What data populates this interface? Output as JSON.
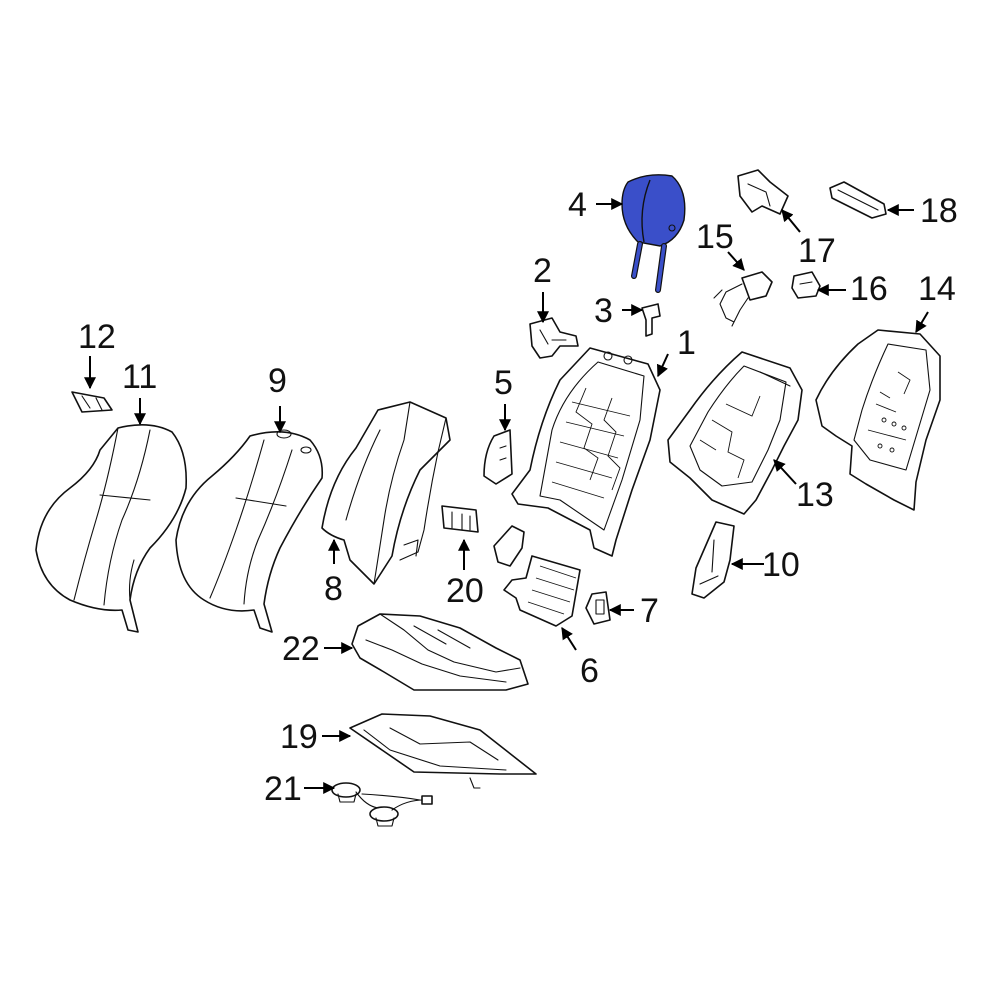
{
  "highlight_color": "#3a4fc9",
  "callouts": [
    {
      "id": "1",
      "text": "1"
    },
    {
      "id": "2",
      "text": "2"
    },
    {
      "id": "3",
      "text": "3"
    },
    {
      "id": "4",
      "text": "4"
    },
    {
      "id": "5",
      "text": "5"
    },
    {
      "id": "6",
      "text": "6"
    },
    {
      "id": "7",
      "text": "7"
    },
    {
      "id": "8",
      "text": "8"
    },
    {
      "id": "9",
      "text": "9"
    },
    {
      "id": "10",
      "text": "10"
    },
    {
      "id": "11",
      "text": "11"
    },
    {
      "id": "12",
      "text": "12"
    },
    {
      "id": "13",
      "text": "13"
    },
    {
      "id": "14",
      "text": "14"
    },
    {
      "id": "15",
      "text": "15"
    },
    {
      "id": "16",
      "text": "16"
    },
    {
      "id": "17",
      "text": "17"
    },
    {
      "id": "18",
      "text": "18"
    },
    {
      "id": "19",
      "text": "19"
    },
    {
      "id": "20",
      "text": "20"
    },
    {
      "id": "21",
      "text": "21"
    },
    {
      "id": "22",
      "text": "22"
    }
  ]
}
